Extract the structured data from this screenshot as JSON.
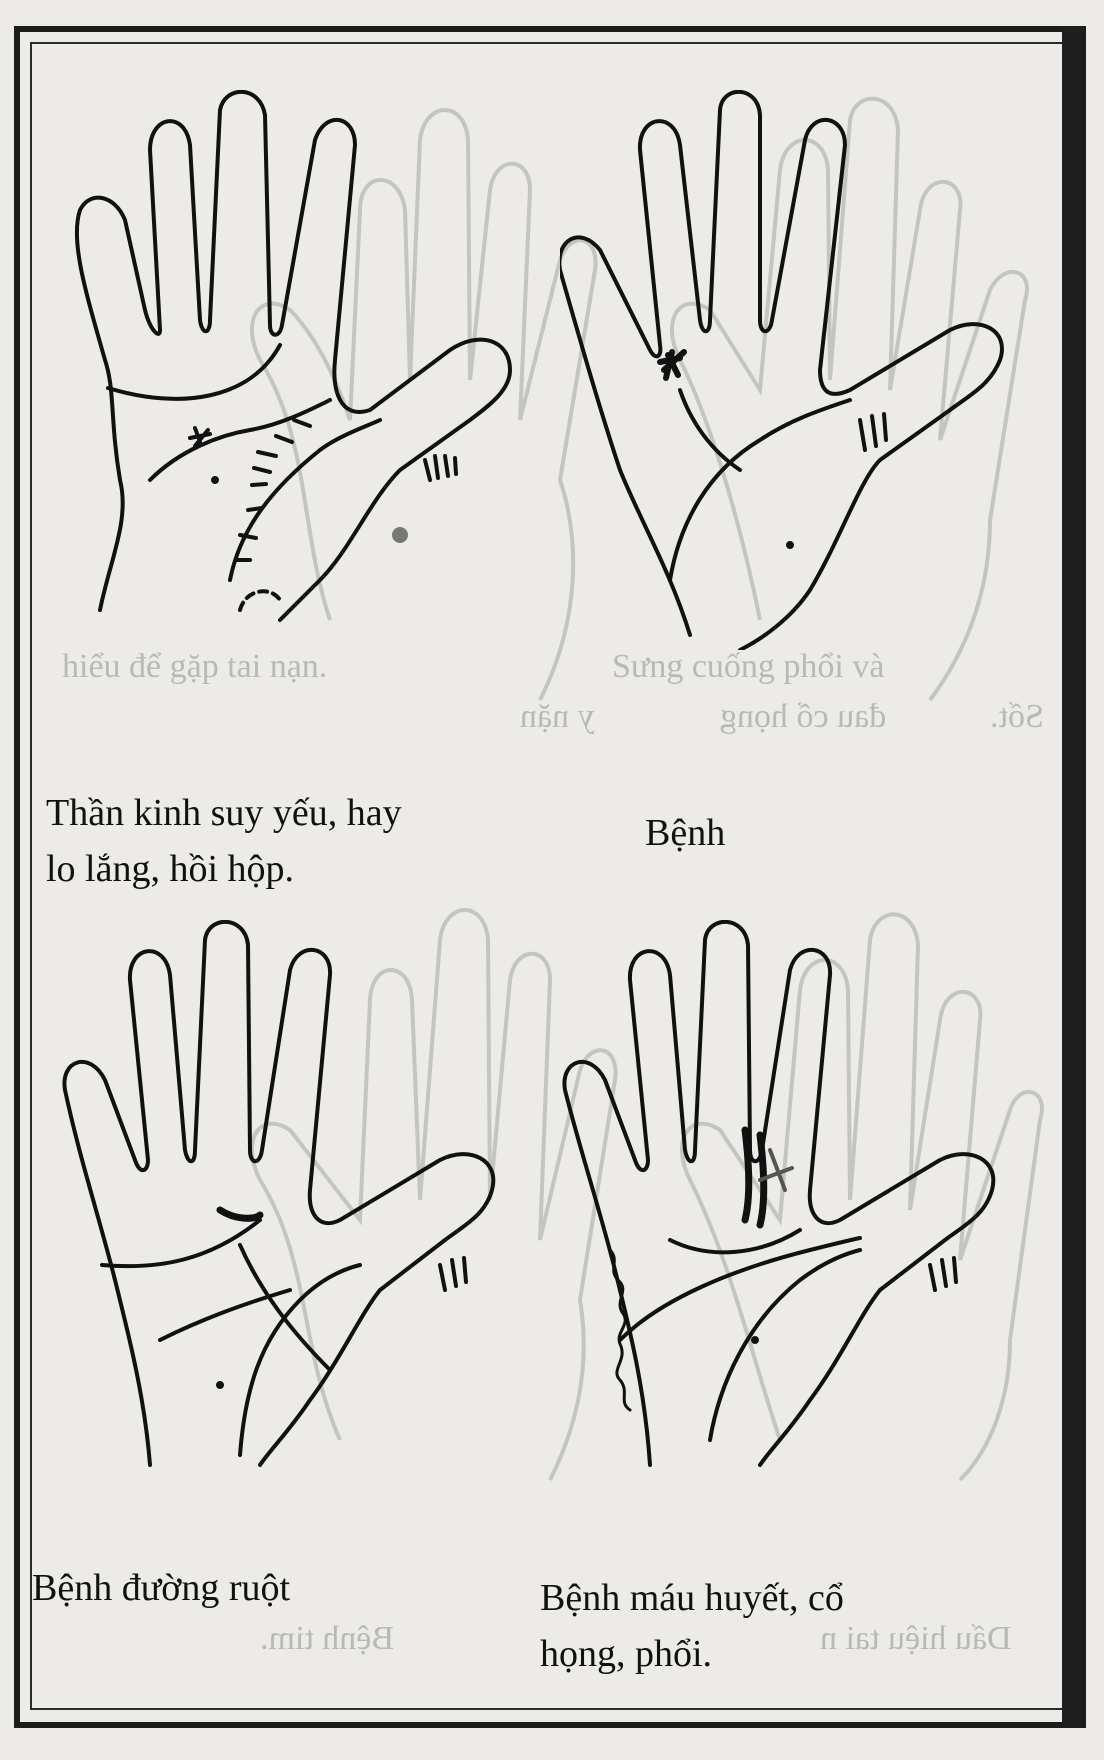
{
  "captions": {
    "top_left": [
      "Thần kinh suy yếu, hay",
      "lo lắng, hồi hộp."
    ],
    "top_right": "Bệnh",
    "bottom_left": "Bệnh đường ruột",
    "bottom_right": [
      "Bệnh máu huyết, cổ",
      "họng, phổi."
    ]
  },
  "bleed_through": {
    "line1_left": "hiểu để gặp tai nạn.",
    "line1_right": "Sưng cuống phổi và",
    "line2_mirror_left": "y nặn",
    "line2_mirror_center": "đau cổ họng",
    "line2_mirror_right": "Sốt.",
    "bottom_mirror_left": "Bệnh tim.",
    "bottom_mirror_right": "Dấu hiệu tai n"
  }
}
